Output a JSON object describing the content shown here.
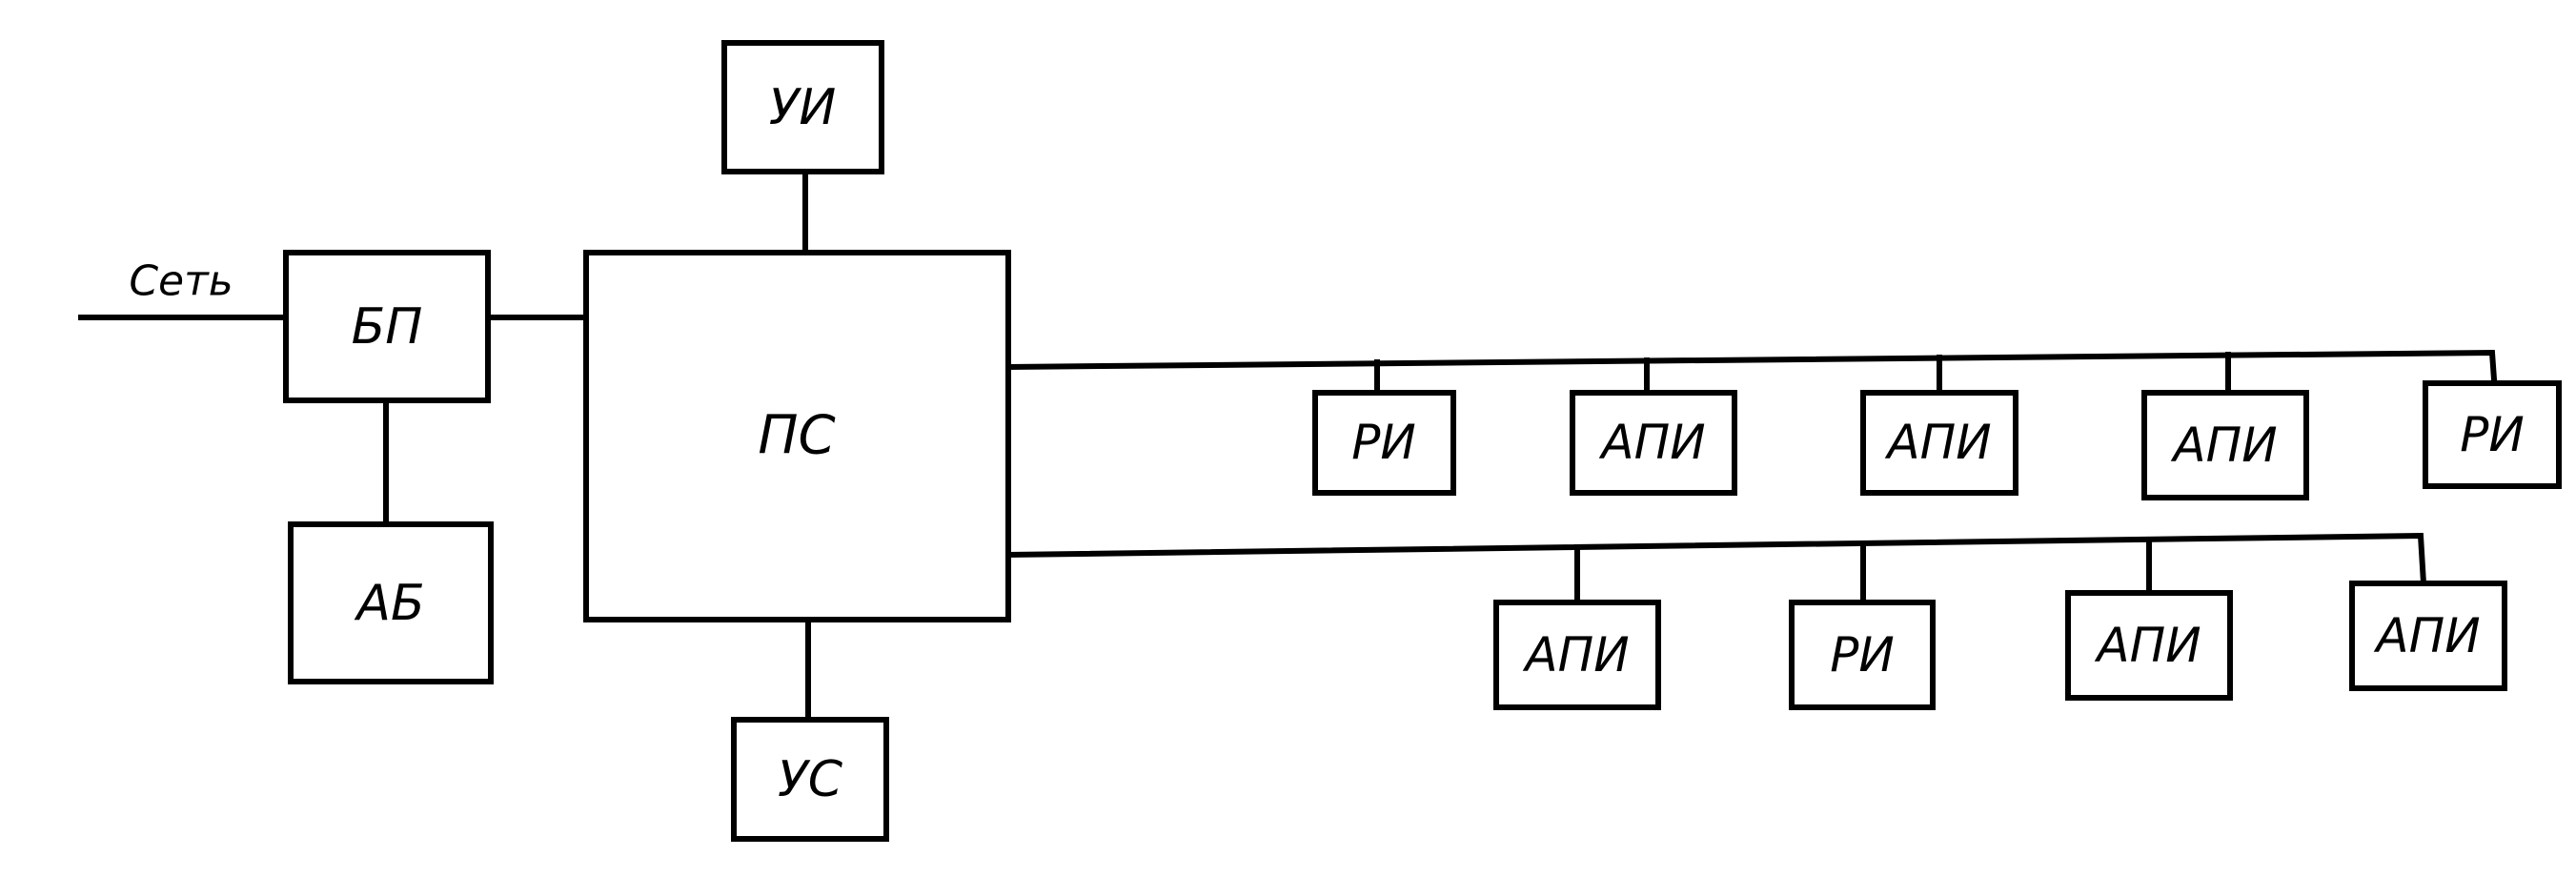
{
  "diagram": {
    "input_label": "Сеть",
    "blocks": {
      "power_supply": "БП",
      "battery": "АБ",
      "station": "ПС",
      "indicator_top": "УИ",
      "signal_bottom": "УС"
    },
    "line1": [
      "РИ",
      "АПИ",
      "АПИ",
      "АПИ",
      "РИ"
    ],
    "line2": [
      "АПИ",
      "РИ",
      "АПИ",
      "АПИ"
    ]
  }
}
